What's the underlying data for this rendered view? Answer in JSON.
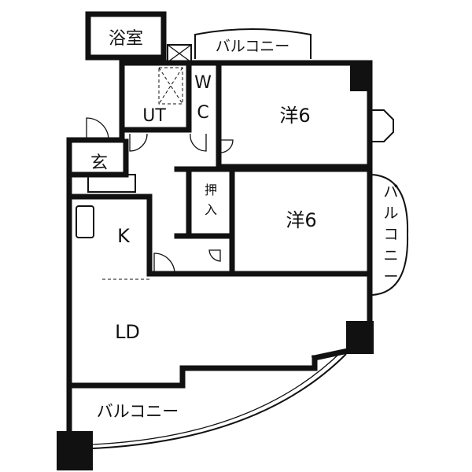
{
  "rooms": {
    "bath": "浴室",
    "balcony_top": "バルコニー",
    "wc_w": "W",
    "wc_c": "C",
    "ut": "UT",
    "western_room_1": "洋6",
    "entrance": "玄",
    "closet_1": "押",
    "closet_2": "入",
    "western_room_2": "洋6",
    "balcony_right": [
      "バ",
      "ル",
      "コ",
      "ニ",
      "ー"
    ],
    "kitchen": "K",
    "living_dining": "LD",
    "balcony_bottom": "バルコニー"
  }
}
